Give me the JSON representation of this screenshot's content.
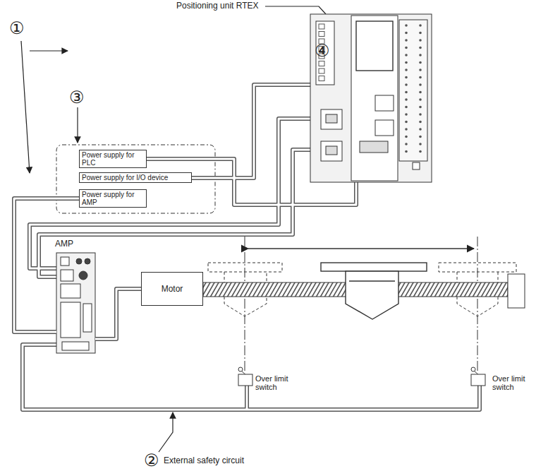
{
  "diagram": {
    "nodes": [
      {
        "text": [
          "Power supply for PLC"
        ]
      },
      {
        "text": [
          "Power supply for I/O device"
        ]
      },
      {
        "text": [
          "Power supply for AMP"
        ]
      },
      {
        "text": [
          "AMP"
        ]
      },
      {
        "text": [
          "Motor"
        ]
      }
    ],
    "edges": [
      {
        "from": 2,
        "to": 3,
        "arrow": "none"
      },
      {
        "from": 3,
        "to": 4,
        "arrow": "none"
      }
    ],
    "labels": [
      "①",
      "Positioning unit RTEX",
      "③",
      "④",
      "Over limit switch",
      "Over limit switch",
      "②",
      "External safety circuit"
    ]
  }
}
